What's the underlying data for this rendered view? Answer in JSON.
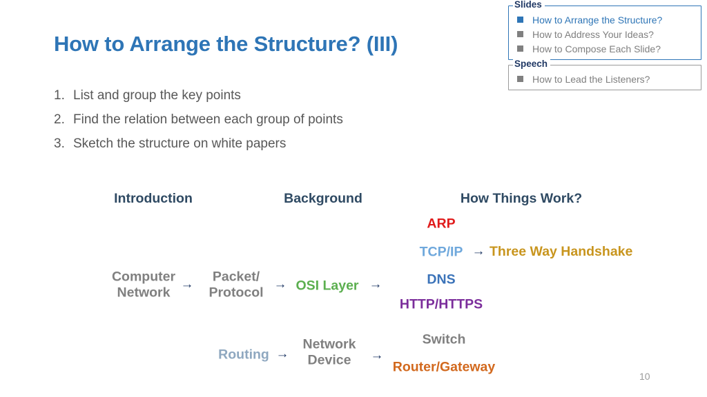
{
  "slide": {
    "title": "How to Arrange the Structure? (III)",
    "page_number": "10",
    "accent_color": "#2E75B6"
  },
  "points": [
    {
      "num": "1.",
      "text": "List and group the key points"
    },
    {
      "num": "2.",
      "text": "Find the relation between each group of points"
    },
    {
      "num": "3.",
      "text": "Sketch the structure on white papers"
    }
  ],
  "nav": {
    "slides": {
      "legend": "Slides",
      "border_color": "#2E75B6",
      "items": [
        {
          "label": "How to Arrange the Structure?",
          "active": true
        },
        {
          "label": "How to Address Your Ideas?",
          "active": false
        },
        {
          "label": "How to Compose Each Slide?",
          "active": false
        }
      ]
    },
    "speech": {
      "legend": "Speech",
      "border_color": "#9a9a9a",
      "items": [
        {
          "label": "How to Lead the Listeners?",
          "active": false
        }
      ]
    }
  },
  "diagram": {
    "columns": [
      {
        "label": "Introduction"
      },
      {
        "label": "Background"
      },
      {
        "label": "How Things Work?"
      }
    ],
    "nodes": [
      {
        "label": "Computer\nNetwork",
        "color": "#808080"
      },
      {
        "label": "Packet/\nProtocol",
        "color": "#808080"
      },
      {
        "label": "OSI Layer",
        "color": "#5CAF50"
      },
      {
        "label": "ARP",
        "color": "#E01B1B"
      },
      {
        "label": "TCP/IP",
        "color": "#6FA8DC"
      },
      {
        "label": "Three Way Handshake",
        "color": "#C8951E"
      },
      {
        "label": "DNS",
        "color": "#3B73B9"
      },
      {
        "label": "HTTP/HTTPS",
        "color": "#7B2D9B"
      },
      {
        "label": "Routing",
        "color": "#8FA8C0"
      },
      {
        "label": "Network\nDevice",
        "color": "#808080"
      },
      {
        "label": "Switch",
        "color": "#808080"
      },
      {
        "label": "Router/Gateway",
        "color": "#D2691E"
      }
    ],
    "arrow_glyph": "→",
    "arrow_color": "#1F3864",
    "node_text": {
      "computer_network_l1": "Computer",
      "computer_network_l2": "Network",
      "packet_protocol_l1": "Packet/",
      "packet_protocol_l2": "Protocol",
      "osi_layer": "OSI Layer",
      "arp": "ARP",
      "tcpip": "TCP/IP",
      "three_way_handshake": "Three Way Handshake",
      "dns": "DNS",
      "http_https": "HTTP/HTTPS",
      "routing": "Routing",
      "network_device_l1": "Network",
      "network_device_l2": "Device",
      "switch": "Switch",
      "router_gateway": "Router/Gateway"
    }
  }
}
